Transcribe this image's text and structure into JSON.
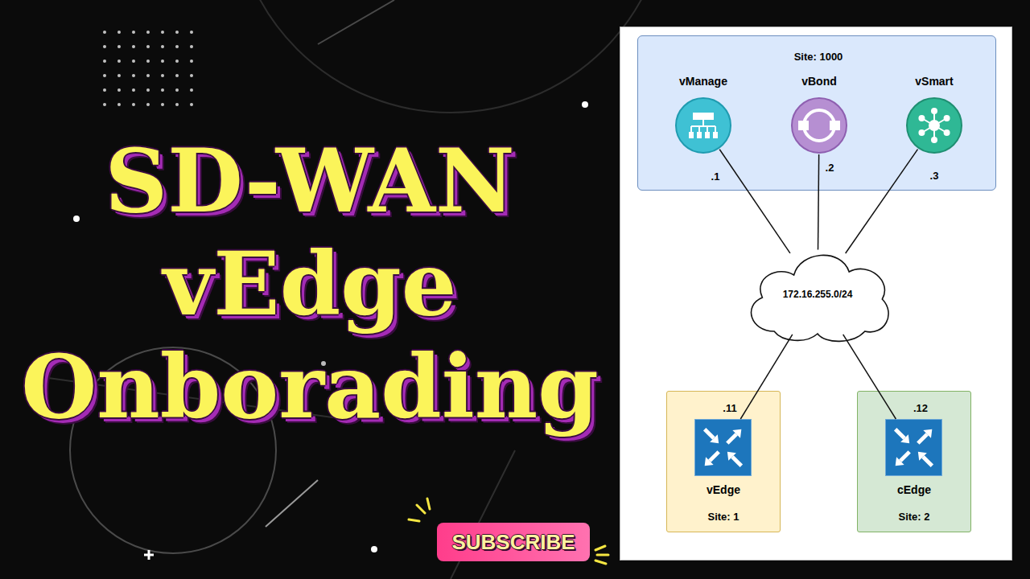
{
  "diagram": {
    "title": "SD-WAN vEdge Onborading",
    "nodes": [
      {
        "text": [
          "Site: 1000"
        ]
      },
      {
        "text": [
          "vManage",
          ".1"
        ],
        "in": 0
      },
      {
        "text": [
          "vBond",
          ".2"
        ],
        "in": 0
      },
      {
        "text": [
          "vSmart",
          ".3"
        ],
        "in": 0
      },
      {
        "text": [
          "172.16.255.0/24"
        ]
      },
      {
        "text": [
          "Site: 1"
        ]
      },
      {
        "text": [
          ".11",
          "vEdge"
        ],
        "in": 5
      },
      {
        "text": [
          "Site: 2"
        ]
      },
      {
        "text": [
          ".12",
          "cEdge"
        ],
        "in": 7
      }
    ],
    "edges": [
      {
        "from": 1,
        "to": 4,
        "arrow": "none"
      },
      {
        "from": 2,
        "to": 4,
        "arrow": "none"
      },
      {
        "from": 3,
        "to": 4,
        "arrow": "none"
      },
      {
        "from": 4,
        "to": 6,
        "arrow": "none"
      },
      {
        "from": 4,
        "to": 8,
        "arrow": "none"
      }
    ],
    "labels": [
      "SUBSCRIBE"
    ]
  }
}
